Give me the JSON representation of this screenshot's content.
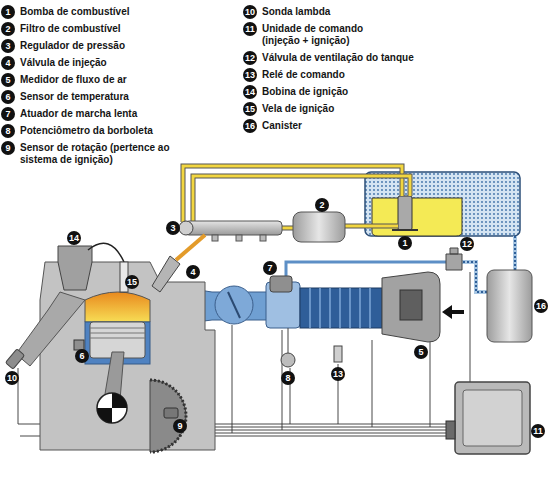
{
  "diagram": {
    "labels": [
      "1",
      "Bomba de combustível",
      "2",
      "Filtro de combustível",
      "3",
      "Regulador de pressão",
      "4",
      "Válvula de injeção",
      "5",
      "Medidor de fluxo de ar",
      "6",
      "Sensor de temperatura",
      "7",
      "Atuador de marcha lenta",
      "8",
      "Potenciômetro da borboleta",
      "9",
      "Sensor de rotação (pertence ao sistema de ignição)",
      "10",
      "Sonda lambda",
      "11",
      "Unidade de comando (injeção + ignição)",
      "12",
      "Válvula de ventilação do tanque",
      "13",
      "Relé de comando",
      "14",
      "Bobina de ignição",
      "15",
      "Vela de ignição",
      "16",
      "Canister",
      "1",
      "2",
      "3",
      "4",
      "5",
      "6",
      "7",
      "8",
      "9",
      "10",
      "11",
      "12",
      "13",
      "14",
      "15",
      "16"
    ]
  }
}
